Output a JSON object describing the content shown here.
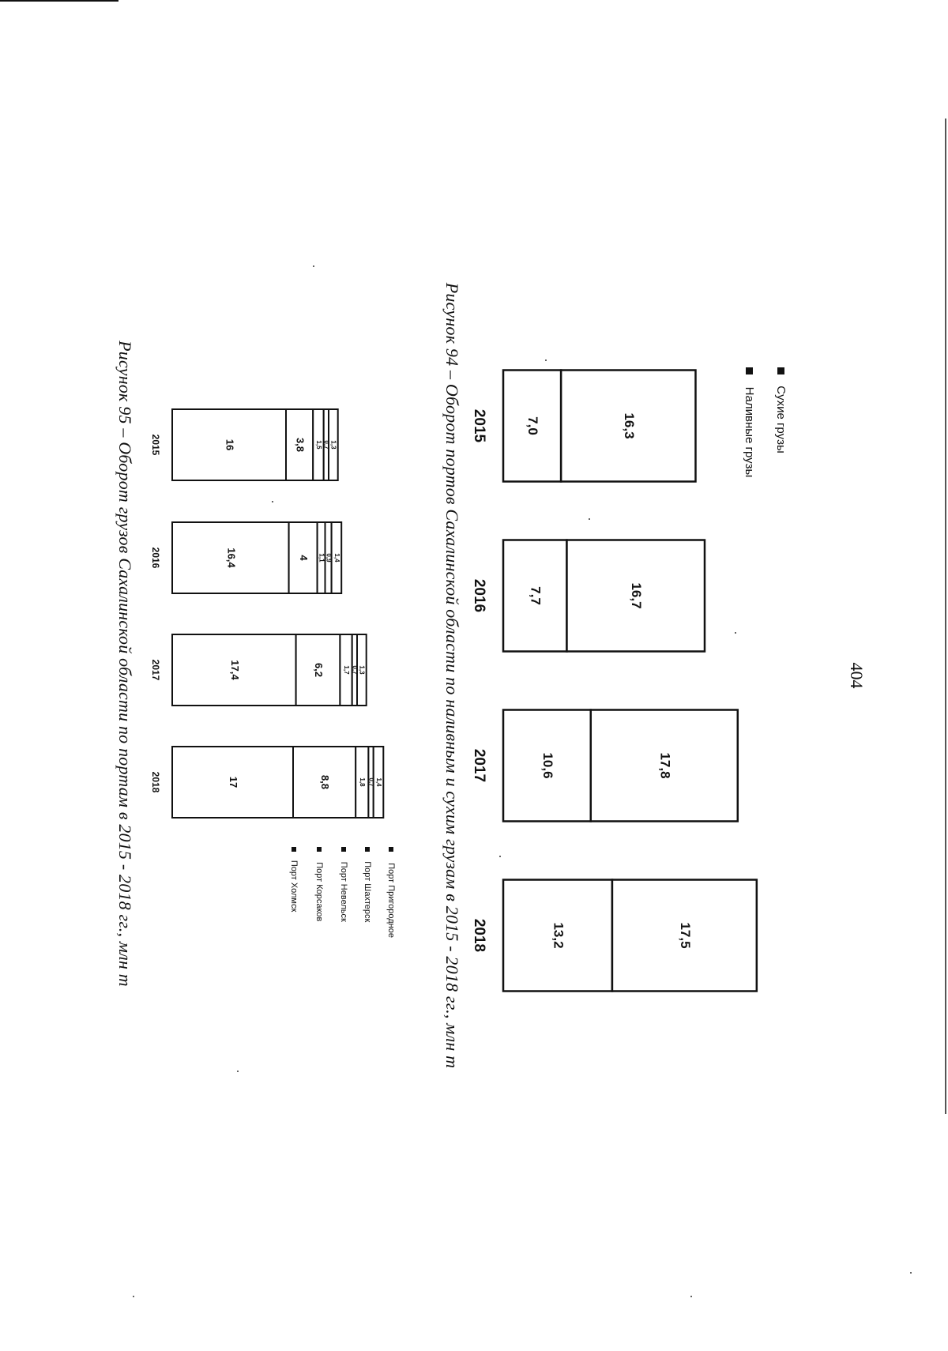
{
  "page": {
    "number": "404"
  },
  "figure94": {
    "caption": "Рисунок 94 – Оборот портов Сахалинской области по наливным и сухим грузам в 2015 - 2018 гг., млн т",
    "chart_data": {
      "type": "bar",
      "stacked": true,
      "categories": [
        "2015",
        "2016",
        "2017",
        "2018"
      ],
      "series": [
        {
          "name": "Наливные грузы",
          "values": [
            7.0,
            7.7,
            10.6,
            13.2
          ],
          "labels": [
            "7,0",
            "7,7",
            "10,6",
            "13,2"
          ]
        },
        {
          "name": "Сухие грузы",
          "values": [
            16.3,
            16.7,
            17.8,
            17.5
          ],
          "labels": [
            "16,3",
            "16,7",
            "17,8",
            "17,5"
          ]
        }
      ],
      "legend": [
        "Сухие грузы",
        "Наливные грузы"
      ],
      "legend_position": "top",
      "grid": false
    }
  },
  "figure95": {
    "caption": "Рисунок 95 – Оборот грузов Сахалинской области по портам в 2015 - 2018 гг., млн т",
    "chart_data": {
      "type": "bar",
      "stacked": true,
      "categories": [
        "2015",
        "2016",
        "2017",
        "2018"
      ],
      "series": [
        {
          "name": "Порт Холмск",
          "values": [
            16.0,
            16.4,
            17.4,
            17.0
          ],
          "labels": [
            "16",
            "16,4",
            "17,4",
            "17"
          ]
        },
        {
          "name": "Порт Корсаков",
          "values": [
            3.8,
            4.0,
            6.2,
            8.8
          ],
          "labels": [
            "3,8",
            "4",
            "6,2",
            "8,8"
          ]
        },
        {
          "name": "Порт Невельск",
          "values": [
            1.5,
            1.1,
            1.7,
            1.8
          ],
          "labels": [
            "1,5",
            "1,1",
            "1,7",
            "1,8"
          ]
        },
        {
          "name": "Порт Шахтерск",
          "values": [
            0.7,
            0.9,
            0.7,
            0.7
          ],
          "labels": [
            "0,7",
            "0,9",
            "0,7",
            "0,7"
          ]
        },
        {
          "name": "Порт Пригородное",
          "values": [
            1.3,
            1.4,
            1.3,
            1.4
          ],
          "labels": [
            "1,3",
            "1,4",
            "1,3",
            "1,4"
          ]
        }
      ],
      "legend": [
        "Порт Пригородное",
        "Порт Шахтерск",
        "Порт Невельск",
        "Порт Корсаков",
        "Порт Холмск"
      ],
      "legend_position": "right",
      "grid": false
    }
  }
}
